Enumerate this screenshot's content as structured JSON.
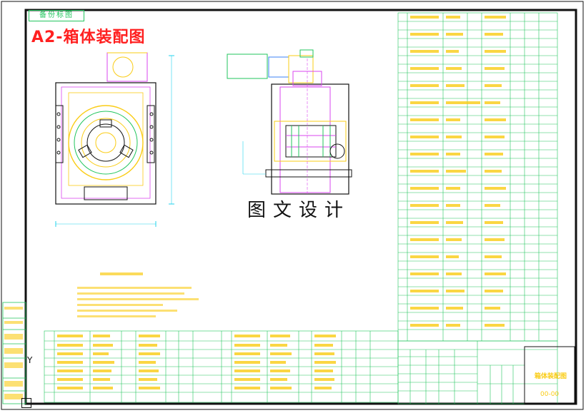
{
  "drawing": {
    "title": "A2-箱体装配图",
    "stamp": "备份标图",
    "watermark": "图文设计",
    "axis_y": "Y",
    "title_block": {
      "name": "箱体装配图",
      "code": "00-00"
    }
  },
  "colors": {
    "frame": "#111111",
    "line_green": "#22c55e",
    "line_yellow": "#facc15",
    "line_magenta": "#d946ef",
    "line_blue": "#3b82f6",
    "line_cyan": "#22d3ee",
    "title_red": "#ff2020"
  }
}
